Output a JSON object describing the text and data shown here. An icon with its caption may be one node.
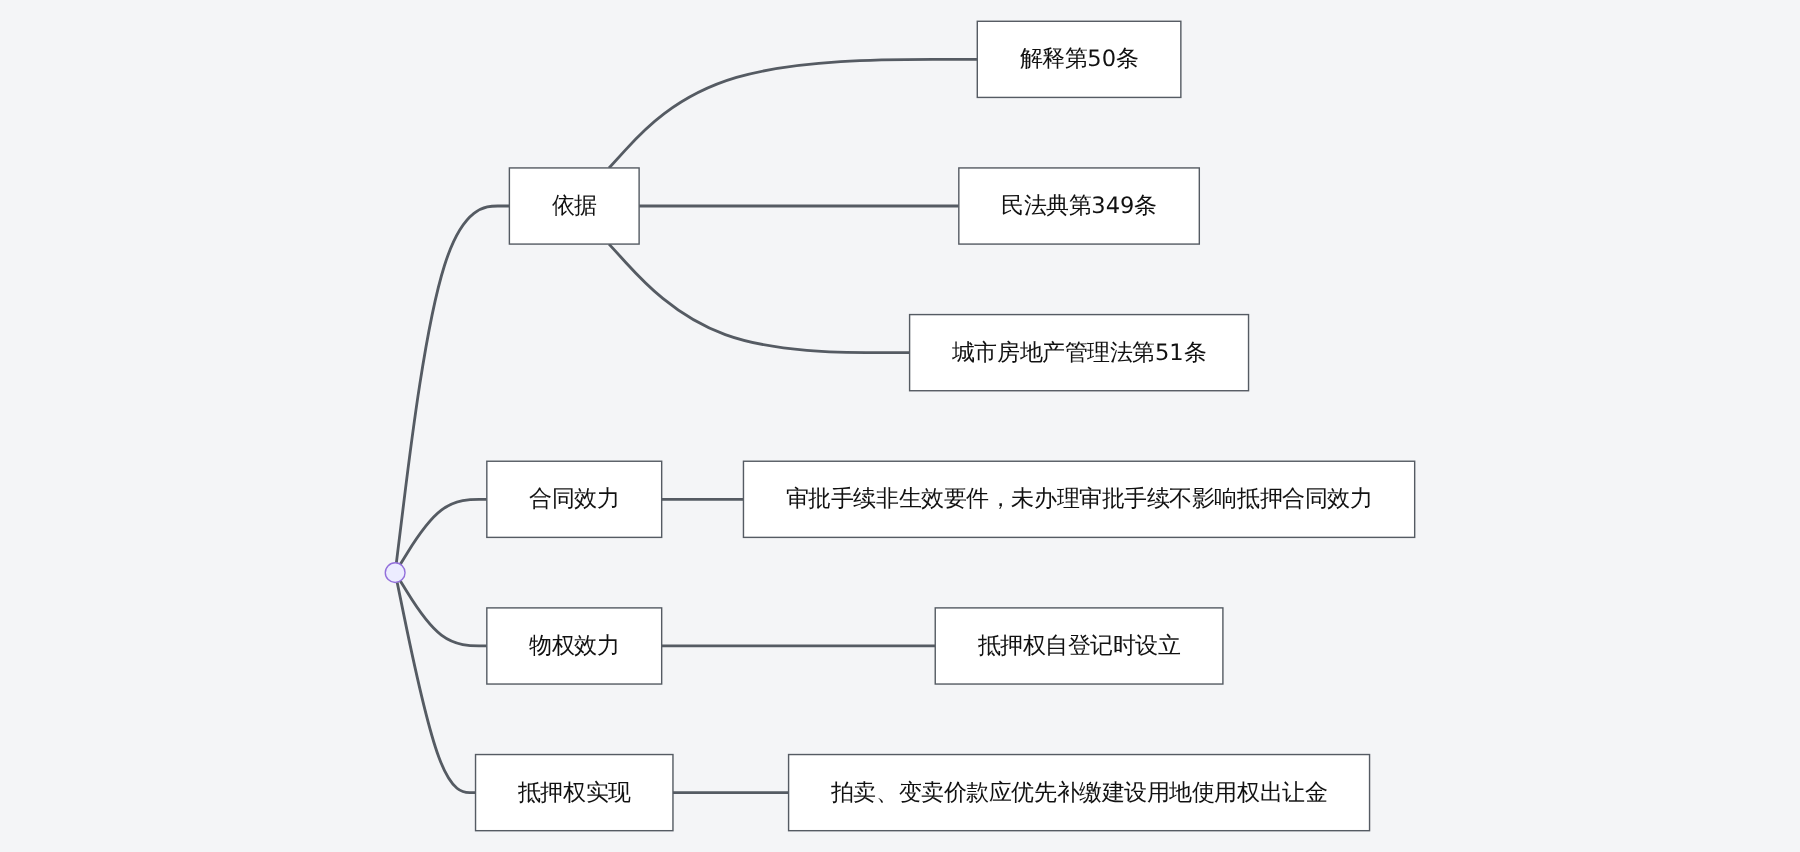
{
  "diagram": {
    "nodes": [
      {
        "text": [],
        "shape": "dot"
      },
      {
        "text": [
          "依据"
        ]
      },
      {
        "text": [
          "解释第50条"
        ]
      },
      {
        "text": [
          "民法典第349条"
        ]
      },
      {
        "text": [
          "城市房地产管理法第51条"
        ]
      },
      {
        "text": [
          "合同效力"
        ]
      },
      {
        "text": [
          "审批手续非生效要件，未办理审批手续不影响抵押合同效力"
        ]
      },
      {
        "text": [
          "物权效力"
        ]
      },
      {
        "text": [
          "抵押权自登记时设立"
        ]
      },
      {
        "text": [
          "抵押权实现"
        ]
      },
      {
        "text": [
          "拍卖、变卖价款应优先补缴建设用地使用权出让金"
        ]
      }
    ],
    "edges": [
      {
        "from": 0,
        "to": 1,
        "arrow": "none"
      },
      {
        "from": 1,
        "to": 2,
        "arrow": "none"
      },
      {
        "from": 1,
        "to": 3,
        "arrow": "none"
      },
      {
        "from": 1,
        "to": 4,
        "arrow": "none"
      },
      {
        "from": 0,
        "to": 5,
        "arrow": "none"
      },
      {
        "from": 5,
        "to": 6,
        "arrow": "none"
      },
      {
        "from": 0,
        "to": 7,
        "arrow": "none"
      },
      {
        "from": 7,
        "to": 8,
        "arrow": "none"
      },
      {
        "from": 0,
        "to": 9,
        "arrow": "none"
      },
      {
        "from": 9,
        "to": 10,
        "arrow": "none"
      }
    ]
  }
}
